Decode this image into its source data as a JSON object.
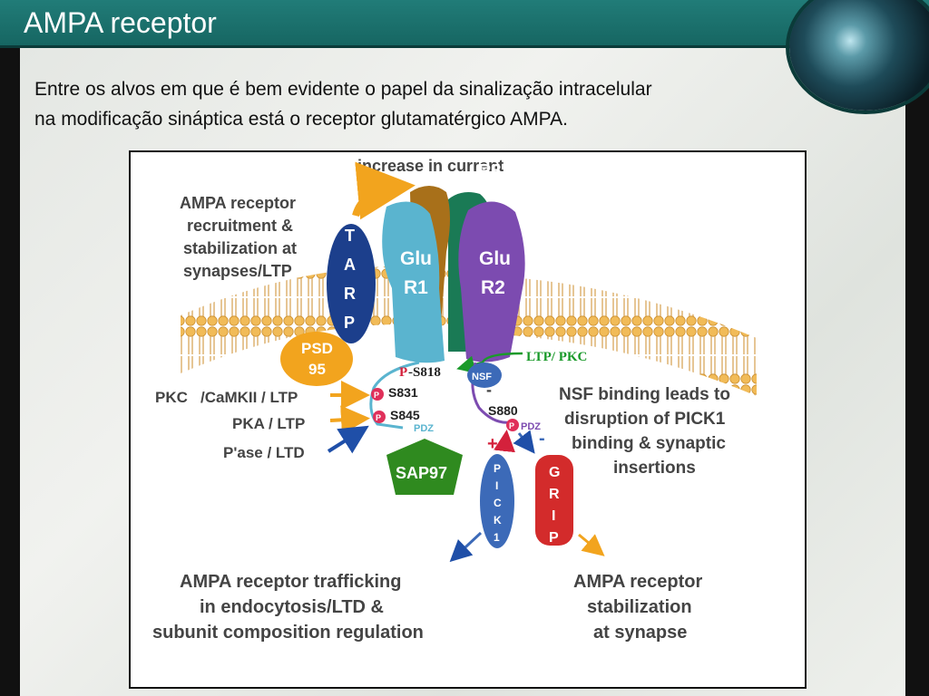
{
  "slide": {
    "title": "AMPA receptor",
    "intro_line1": "Entre os alvos em que é bem evidente o papel da sinalização intracelular",
    "intro_line2": "na modificação sináptica está o receptor glutamatérgico AMPA."
  },
  "figure": {
    "increase_current": "increase in current",
    "recruit_l1": "AMPA receptor",
    "recruit_l2": "recruitment &",
    "recruit_l3": "stabilization at",
    "recruit_l4": "synapses/LTP",
    "tarp": [
      "T",
      "A",
      "R",
      "P"
    ],
    "r3": "R3",
    "glu1_l1": "Glu",
    "glu1_l2": "R1",
    "glu2_l1": "Glu",
    "glu2_l2": "R2",
    "psd95_l1": "PSD",
    "psd95_l2": "95",
    "p_mark": "P",
    "s818": "-S818",
    "ltp_pkc": "LTP/ PKC",
    "nsf": "NSF",
    "s831": "S831",
    "s845": "S845",
    "pdz": "PDZ",
    "s880": "S880",
    "minus": "-",
    "plus": "+",
    "pkc": "PKC",
    "camkii_ltp": "/CaMKII / LTP",
    "pka_ltp": "PKA / LTP",
    "pase_ltd": "P'ase / LTD",
    "sap97": "SAP97",
    "pick1": [
      "P",
      "I",
      "C",
      "K",
      "1"
    ],
    "grip": [
      "G",
      "R",
      "I",
      "P"
    ],
    "nsf_text_l1": "NSF binding leads to",
    "nsf_text_l2": "disruption of PICK1",
    "nsf_text_l3": "binding & synaptic",
    "nsf_text_l4": "insertions",
    "traffic_l1": "AMPA receptor trafficking",
    "traffic_l2": "in endocytosis/LTD &",
    "traffic_l3": "subunit composition regulation",
    "stab_l1": "AMPA receptor",
    "stab_l2": "stabilization",
    "stab_l3": "at synapse"
  },
  "colors": {
    "title_bar": "#1c726e",
    "glur1": "#5ab4cf",
    "glur2": "#7c4bb0",
    "r3": "#1a7a55",
    "brown_subunit": "#a8701a",
    "tarp": "#1c3f8c",
    "psd95": "#f2a41e",
    "sap97": "#2f8a1f",
    "pick1": "#3c6ab8",
    "grip": "#d32b2b",
    "phospho": "#e0305a",
    "arrow_orange": "#f2a41e",
    "arrow_red": "#d4213c",
    "arrow_blue": "#1f4fa8",
    "arrow_green": "#1a9a2a",
    "pkc_text": "#f5b400",
    "ltp_text": "#e8751f",
    "pka_text": "#d4213c",
    "pase_text": "#1f4fa8"
  }
}
